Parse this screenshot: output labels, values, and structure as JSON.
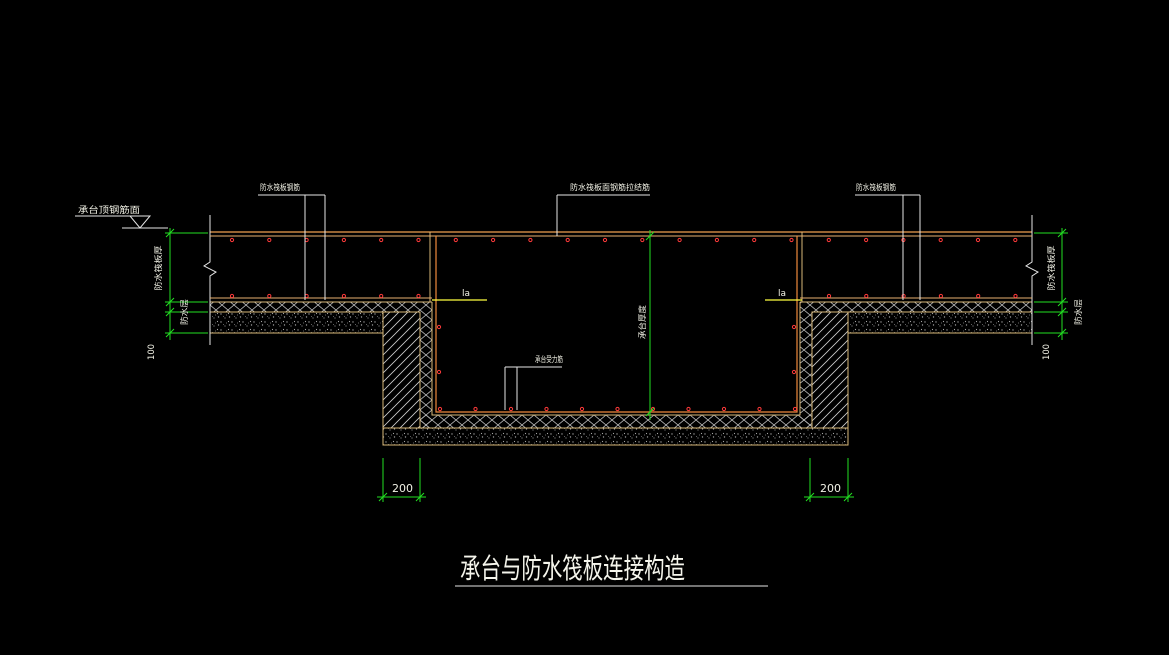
{
  "title": "承台与防水筏板连接构造",
  "labels": {
    "cap_top_rebar_level": "承台顶钢筋面",
    "raft_rebar_left": "防水筏板钢筋",
    "raft_top_rebar_tie": "防水筏板面钢筋拉结筋",
    "raft_rebar_right": "防水筏板钢筋",
    "raft_thickness_left": "防水筏板厚",
    "raft_thickness_right": "防水筏板厚",
    "waterproof_layer_left": "防水层",
    "waterproof_layer_right": "防水层",
    "cushion_left": "100",
    "cushion_right": "100",
    "anchorage_left": "la",
    "anchorage_right": "la",
    "cap_thickness": "承台厚度",
    "cap_main_rebar": "承台受力筋",
    "wall_width_left": "200",
    "wall_width_right": "200"
  },
  "colors": {
    "background": "#000000",
    "outline": "#d9b879",
    "rebar": "#f08a3c",
    "rebar_dot": "#ff3a3a",
    "dimension": "#22e022",
    "anchorage_line": "#ffff40",
    "text": "#f2f2e6"
  }
}
